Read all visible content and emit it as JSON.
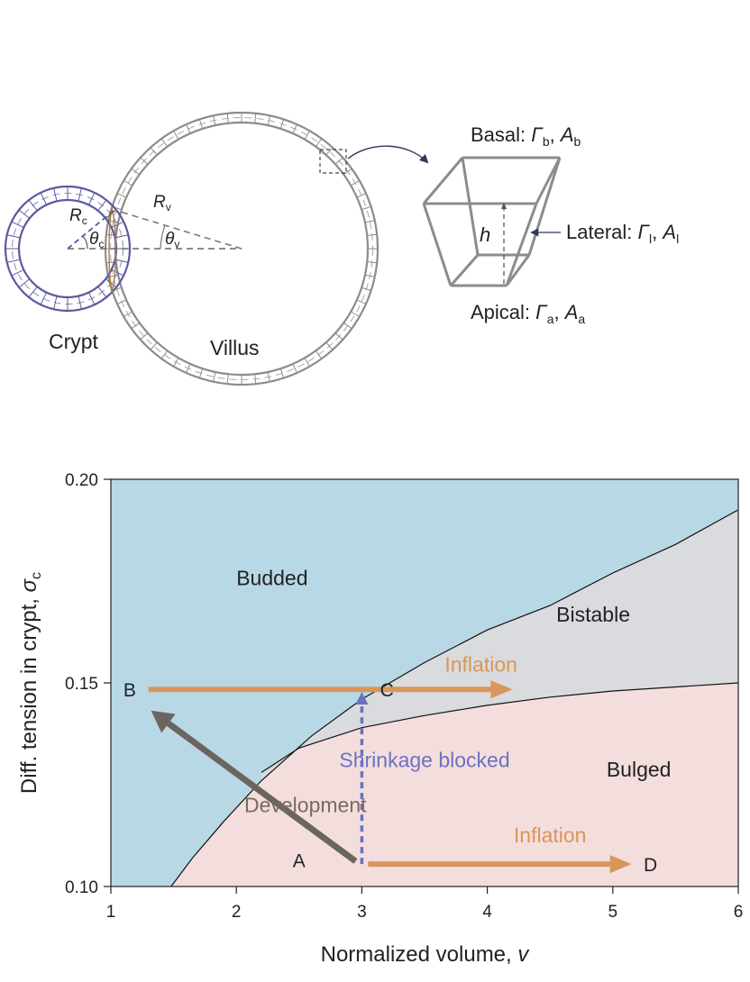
{
  "diagram": {
    "crypt_label": "Crypt",
    "villus_label": "Villus",
    "rc_symbol": "R",
    "rc_sub": "c",
    "rv_symbol": "R",
    "rv_sub": "v",
    "thc_symbol": "θ",
    "thc_sub": "c",
    "thv_symbol": "θ",
    "thv_sub": "v",
    "cell": {
      "basal_label": "Basal: ",
      "basal_gamma": "Γ",
      "basal_gamma_sub": "b",
      "basal_area": "A",
      "basal_area_sub": "b",
      "lateral_label": "Lateral: ",
      "lateral_gamma": "Γ",
      "lateral_gamma_sub": "l",
      "lateral_area": "A",
      "lateral_area_sub": "l",
      "apical_label": "Apical: ",
      "apical_gamma": "Γ",
      "apical_gamma_sub": "a",
      "apical_area": "A",
      "apical_area_sub": "a",
      "height_label": "h",
      "comma": ", "
    },
    "colors": {
      "crypt": "#5b5aa0",
      "villus": "#8c8c8c",
      "neck": "#b07a3a"
    }
  },
  "chart_data": {
    "type": "area",
    "xlabel": "Normalized volume, v",
    "xlabel_main": "Normalized volume, ",
    "xlabel_var": "v",
    "ylabel_main": "Diff. tension in crypt, ",
    "ylabel_var": "σ",
    "ylabel_sub": "c",
    "xlim": [
      1,
      6
    ],
    "ylim": [
      0.1,
      0.2
    ],
    "xticks": [
      1,
      2,
      3,
      4,
      5,
      6
    ],
    "xtick_labels": [
      "1",
      "2",
      "3",
      "4",
      "5",
      "6"
    ],
    "yticks": [
      0.1,
      0.15,
      0.2
    ],
    "ytick_labels": [
      "0.10",
      "0.15",
      "0.20"
    ],
    "regions": [
      {
        "name": "Budded",
        "color": "#b8d8e5",
        "label_at": [
          2.0,
          0.174
        ]
      },
      {
        "name": "Bistable",
        "color": "#d9dbde",
        "label_at": [
          4.55,
          0.165
        ]
      },
      {
        "name": "Bulged",
        "color": "#f4dedd",
        "label_at": [
          4.95,
          0.127
        ]
      }
    ],
    "upper_boundary": [
      [
        1.48,
        0.1
      ],
      [
        1.65,
        0.107
      ],
      [
        1.9,
        0.116
      ],
      [
        2.2,
        0.126
      ],
      [
        2.6,
        0.137
      ],
      [
        3.0,
        0.146
      ],
      [
        3.5,
        0.155
      ],
      [
        4.0,
        0.163
      ],
      [
        4.5,
        0.169
      ],
      [
        5.0,
        0.177
      ],
      [
        5.5,
        0.184
      ],
      [
        6.0,
        0.1925
      ]
    ],
    "lower_boundary": [
      [
        2.2,
        0.128
      ],
      [
        2.5,
        0.134
      ],
      [
        3.0,
        0.139
      ],
      [
        3.5,
        0.142
      ],
      [
        4.0,
        0.1445
      ],
      [
        4.5,
        0.1465
      ],
      [
        5.0,
        0.148
      ],
      [
        5.5,
        0.149
      ],
      [
        6.0,
        0.15
      ]
    ],
    "points": [
      {
        "name": "A",
        "x": 2.5,
        "y": 0.1065
      },
      {
        "name": "B",
        "x": 1.15,
        "y": 0.1484
      },
      {
        "name": "C",
        "x": 3.2,
        "y": 0.1484
      },
      {
        "name": "D",
        "x": 5.3,
        "y": 0.1055
      }
    ],
    "arrows": [
      {
        "label": "Inflation",
        "from": [
          1.3,
          0.1484
        ],
        "to": [
          4.2,
          0.1484
        ],
        "style": "solid",
        "color": "#d9955a"
      },
      {
        "label": "Inflation",
        "from": [
          3.05,
          0.1055
        ],
        "to": [
          5.15,
          0.1055
        ],
        "style": "solid",
        "color": "#d9955a"
      },
      {
        "label": "Shrinkage blocked",
        "from": [
          3.0,
          0.1055
        ],
        "to": [
          3.0,
          0.1478
        ],
        "style": "dashed",
        "color": "#6a72c0"
      },
      {
        "label": "Development",
        "from": [
          2.95,
          0.1062
        ],
        "to": [
          1.32,
          0.1432
        ],
        "style": "solid",
        "color": "#6b6560"
      }
    ],
    "arrow_labels": [
      {
        "text": "Inflation",
        "x": 3.95,
        "y": 0.1528,
        "color": "#d9955a"
      },
      {
        "text": "Inflation",
        "x": 4.5,
        "y": 0.1108,
        "color": "#d9955a"
      },
      {
        "text": "Shrinkage blocked",
        "x": 3.5,
        "y": 0.1293,
        "color": "#6a72c0"
      },
      {
        "text": "Development",
        "x": 2.55,
        "y": 0.1183,
        "color": "#7a6a5e"
      }
    ]
  }
}
